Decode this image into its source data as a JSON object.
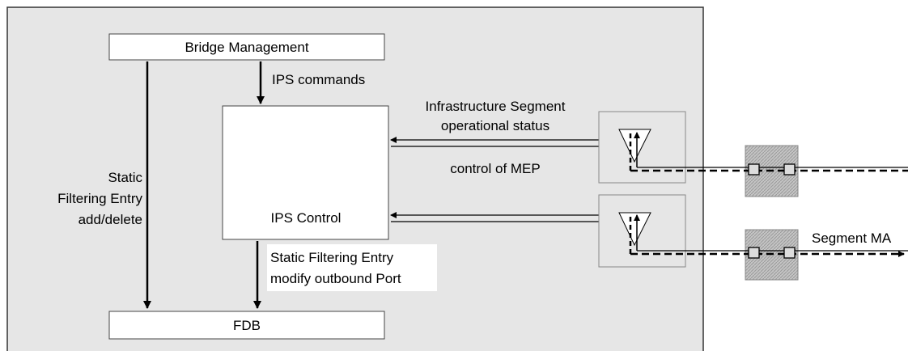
{
  "blocks": {
    "bridge_management": "Bridge Management",
    "ips_control": "IPS Control",
    "fdb": "FDB"
  },
  "labels": {
    "ips_commands": "IPS commands",
    "infra_status_line1": "Infrastructure Segment",
    "infra_status_line2": "operational status",
    "control_of_mep": "control of MEP",
    "static_line1": "Static",
    "static_line2": "Filtering Entry",
    "static_line3": "add/delete",
    "modify_line1": "Static Filtering Entry",
    "modify_line2": "modify outbound Port",
    "segment_ma": "Segment MA"
  },
  "colors": {
    "bridge_background": "#e6e6e6",
    "block_fill": "#ffffff",
    "line": "#000000",
    "hatched_box": "#bdbdbd"
  }
}
